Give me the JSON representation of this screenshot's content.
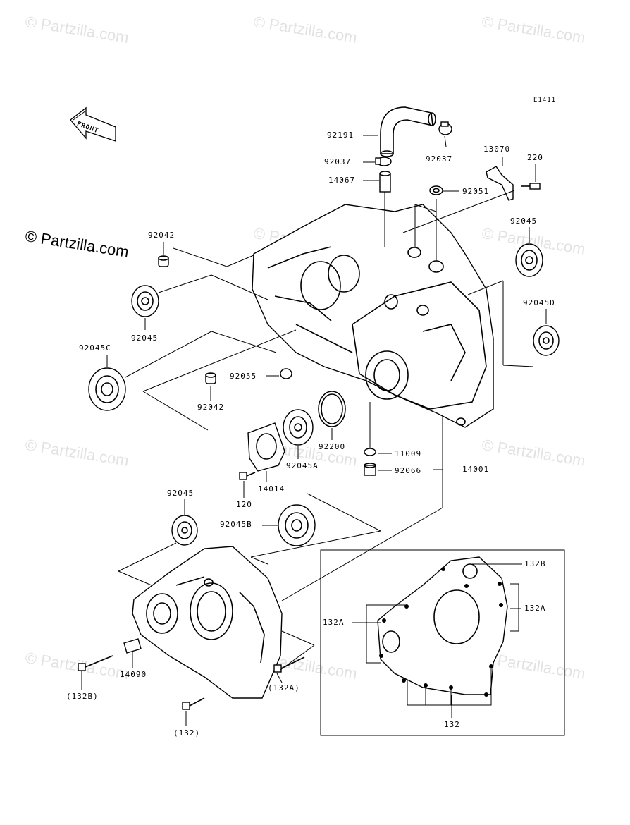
{
  "diagram_code": "E1411",
  "front_arrow_label": "FRONT",
  "watermarks": {
    "text": "© Partzilla.com",
    "prominent": "© Partzilla.com"
  },
  "callouts": {
    "p92191": "92191",
    "p92037a": "92037",
    "p92037b": "92037",
    "p14067": "14067",
    "p13070": "13070",
    "p220": "220",
    "p92051": "92051",
    "p92042a": "92042",
    "p92045a": "92045",
    "p92045b": "92045",
    "p92045c": "92045C",
    "p92045d": "92045D",
    "p92055": "92055",
    "p92042b": "92042",
    "p92200": "92200",
    "p11009": "11009",
    "p92066": "92066",
    "p14001": "14001",
    "p92045a2": "92045A",
    "p14014": "14014",
    "p120": "120",
    "p92045c2": "92045",
    "p92045b2": "92045B",
    "p132b": "132B",
    "p132a_r": "132A",
    "p132a_l": "132A",
    "p132": "132",
    "p14090": "14090",
    "p132b_paren": "(132B)",
    "p132a_paren": "(132A)",
    "p132_paren": "(132)"
  }
}
